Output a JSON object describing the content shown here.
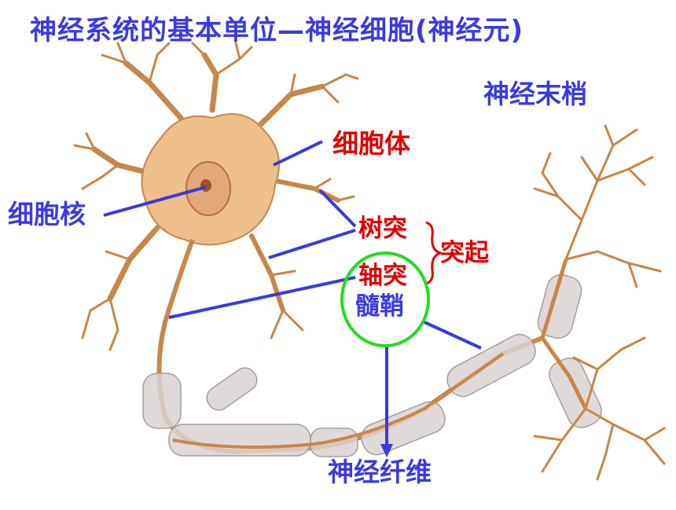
{
  "title": "神经系统的基本单位—神经细胞(神经元)",
  "labels": {
    "nerve_ending": "神经末梢",
    "cell_body": "细胞体",
    "nucleus": "细胞核",
    "dendrite": "树突",
    "process": "突起",
    "axon": "轴突",
    "myelin_sheath": "髓鞘",
    "nerve_fiber": "神经纤维"
  },
  "colors": {
    "label_blue": "#3a3ae0",
    "label_red": "#e00000",
    "pointer_line": "#3a3ae0",
    "highlight_circle": "#22dd22",
    "neuron_fill": "#edbf8a",
    "neuron_stroke": "#c8864a",
    "myelin_fill": "#d9d4d2"
  }
}
